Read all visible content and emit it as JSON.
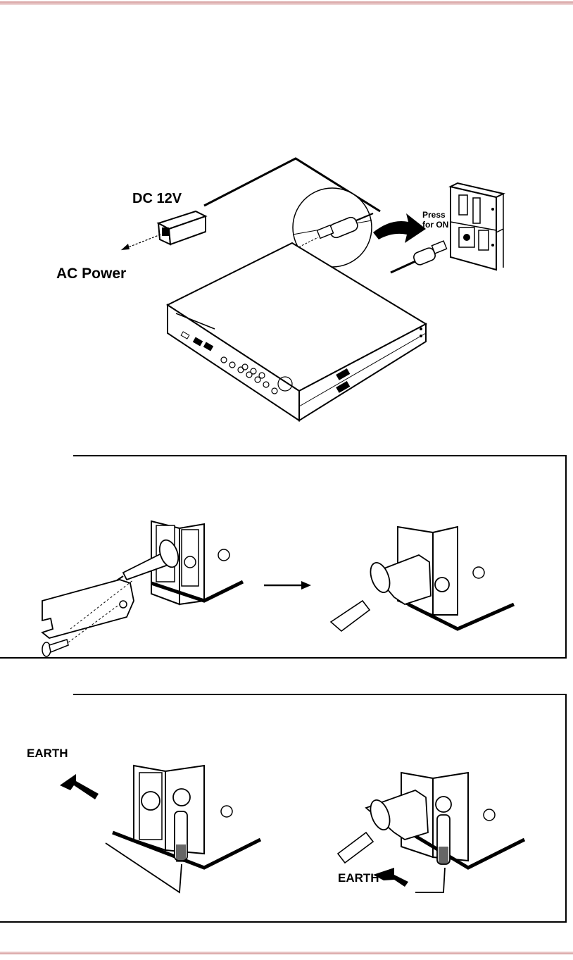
{
  "figure_main": {
    "dc_label": "DC 12V",
    "ac_label": "AC Power",
    "switch_label_line1": "Press",
    "switch_label_line2": "for ON"
  },
  "panel_ground": {
    "earth_left": "EARTH",
    "earth_right": "EARTH"
  },
  "colors": {
    "rule": "#d49a9a",
    "ink": "#000000"
  }
}
